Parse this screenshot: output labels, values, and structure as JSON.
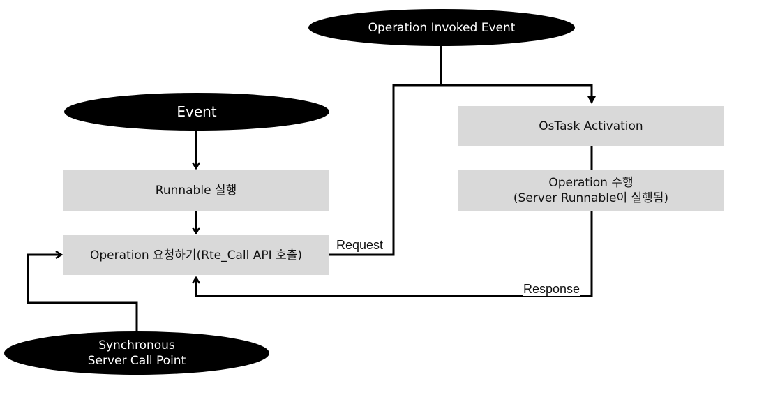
{
  "nodes": {
    "operation_invoked_event": "Operation Invoked Event",
    "event": "Event",
    "runnable_exec": "Runnable 실행",
    "operation_request": "Operation 요청하기(Rte_Call API 호출)",
    "ostask_activation": "OsTask Activation",
    "operation_perform_line1": "Operation 수행",
    "operation_perform_line2": "(Server Runnable이 실행됨)",
    "sync_point_line1": "Synchronous",
    "sync_point_line2": "Server Call Point"
  },
  "edges": {
    "request": "Request",
    "response": "Response"
  },
  "colors": {
    "ellipse_fill": "#000000",
    "ellipse_text": "#ffffff",
    "box_fill": "#d9d9d9",
    "line": "#000000"
  }
}
